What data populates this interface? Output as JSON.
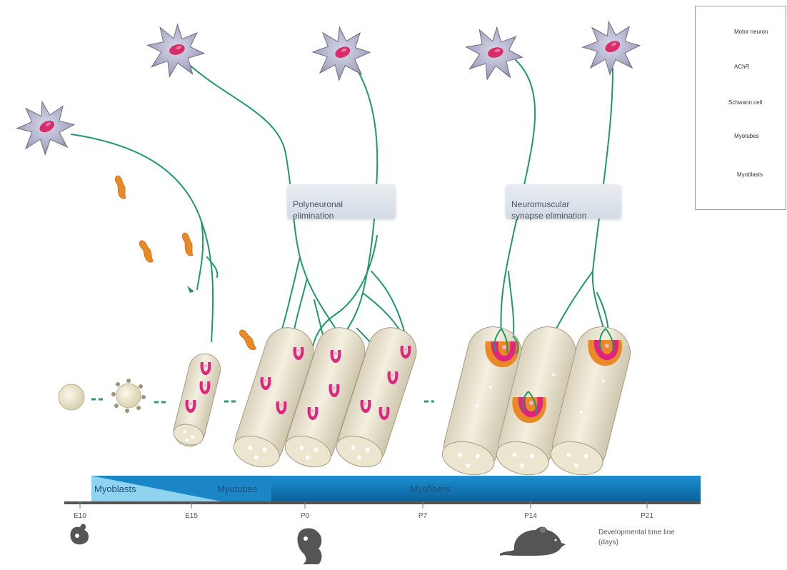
{
  "callouts": {
    "polyneuronal": "Polyneuronal\nelimination",
    "neuromuscular": "Neuromuscular\nsynapse elimination"
  },
  "legend": {
    "items": [
      {
        "icon": "motor-neuron-icon",
        "label": "Motor neuron"
      },
      {
        "icon": "achr-icon",
        "label": "AChR"
      },
      {
        "icon": "schwann-cell-icon",
        "label": "Schwann cell"
      },
      {
        "icon": "myotubes-icon",
        "label": "Myotubes"
      },
      {
        "icon": "myoblasts-icon",
        "label": "Myoblasts"
      }
    ]
  },
  "stage_bar": {
    "stages": [
      "Myoblasts",
      "Myotubes",
      "Myofibers"
    ]
  },
  "timeline": {
    "ticks": [
      "E10",
      "E15",
      "P0",
      "P7",
      "P14",
      "P21"
    ],
    "caption": "Developmental time line\n(days)"
  },
  "colors": {
    "axon": "#1e9a6a",
    "neuron": "#a7a8c2",
    "nucleus": "#d92d6b",
    "achr": "#e0257f",
    "schwann": "#e98a27",
    "fiber": "#e6e0cc",
    "bar_dark": "#0f73b4",
    "bar_light": "#8fd3ef"
  }
}
